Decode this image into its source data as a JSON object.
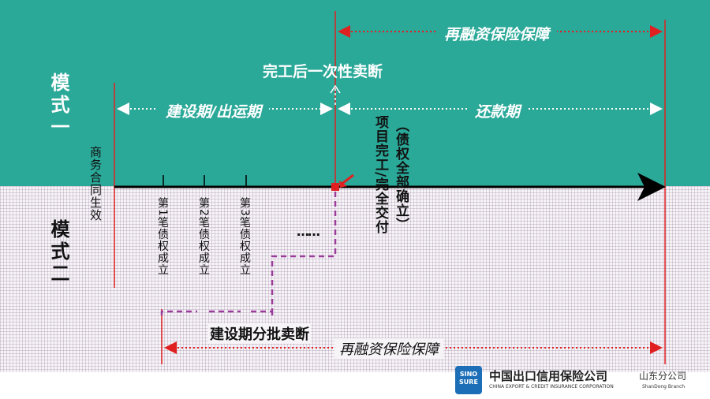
{
  "modes": {
    "mode1": "模式一",
    "mode2": "模式二"
  },
  "top": {
    "reinsurance": "再融资保险保障",
    "one_time_sale": "完工后一次性卖断",
    "construction_period": "建设期/出运期",
    "repayment_period": "还款期"
  },
  "timeline": {
    "contract_effective": "商务合同生效",
    "completion_note": "项目完工/完全交付",
    "completion_note_paren": "（债权全部确立）",
    "ellipsis": "……",
    "tranches": [
      "第1笔债权成立",
      "第2笔债权成立",
      "第3笔债权成立"
    ]
  },
  "bottom": {
    "batch_sale": "建设期分批卖断",
    "reinsurance": "再融资保险保障"
  },
  "footer": {
    "logo_text": "SINO SURE",
    "company_cn": "中国出口信用保险公司",
    "company_en": "CHINA EXPORT & CREDIT INSURANCE CORPORATION",
    "branch_cn": "山东分公司",
    "branch_en": "ShanDong Branch"
  },
  "colors": {
    "teal": "#2aa898",
    "red": "#e02020",
    "purple": "#9b3c9b",
    "black": "#000000"
  }
}
